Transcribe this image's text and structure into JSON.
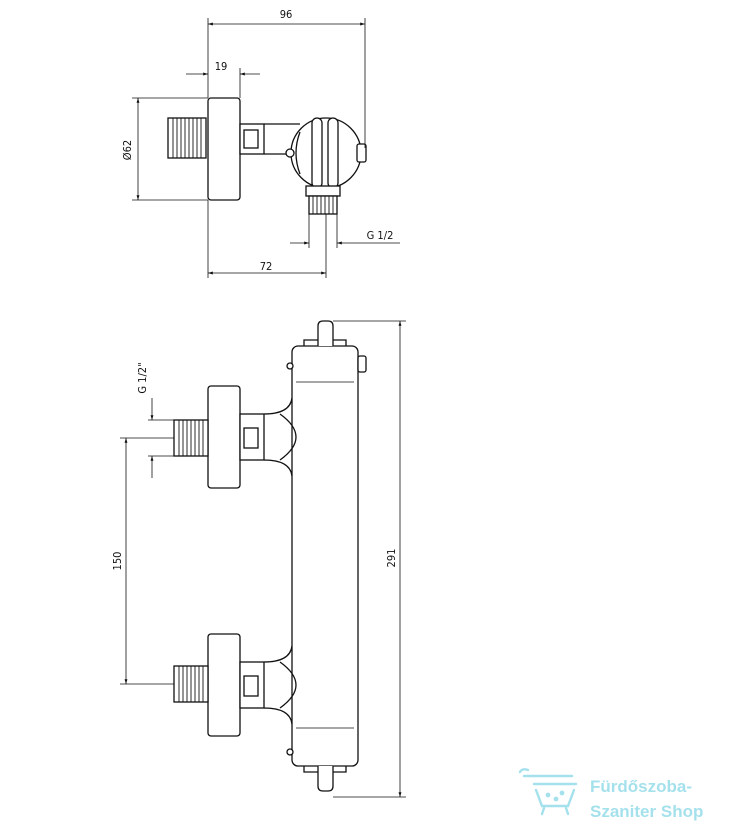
{
  "top_view": {
    "dim_width": "96",
    "dim_flange": "19",
    "dim_diameter": "Ø62",
    "dim_depth": "72",
    "dim_outlet_thread": "G 1/2"
  },
  "front_view": {
    "dim_inlet_thread": "G 1/2\"",
    "dim_spacing": "150",
    "dim_height": "291"
  },
  "watermark": {
    "line1": "Fürdőszoba-",
    "line2": "Szaniter Shop",
    "color": "#86d7e6"
  }
}
